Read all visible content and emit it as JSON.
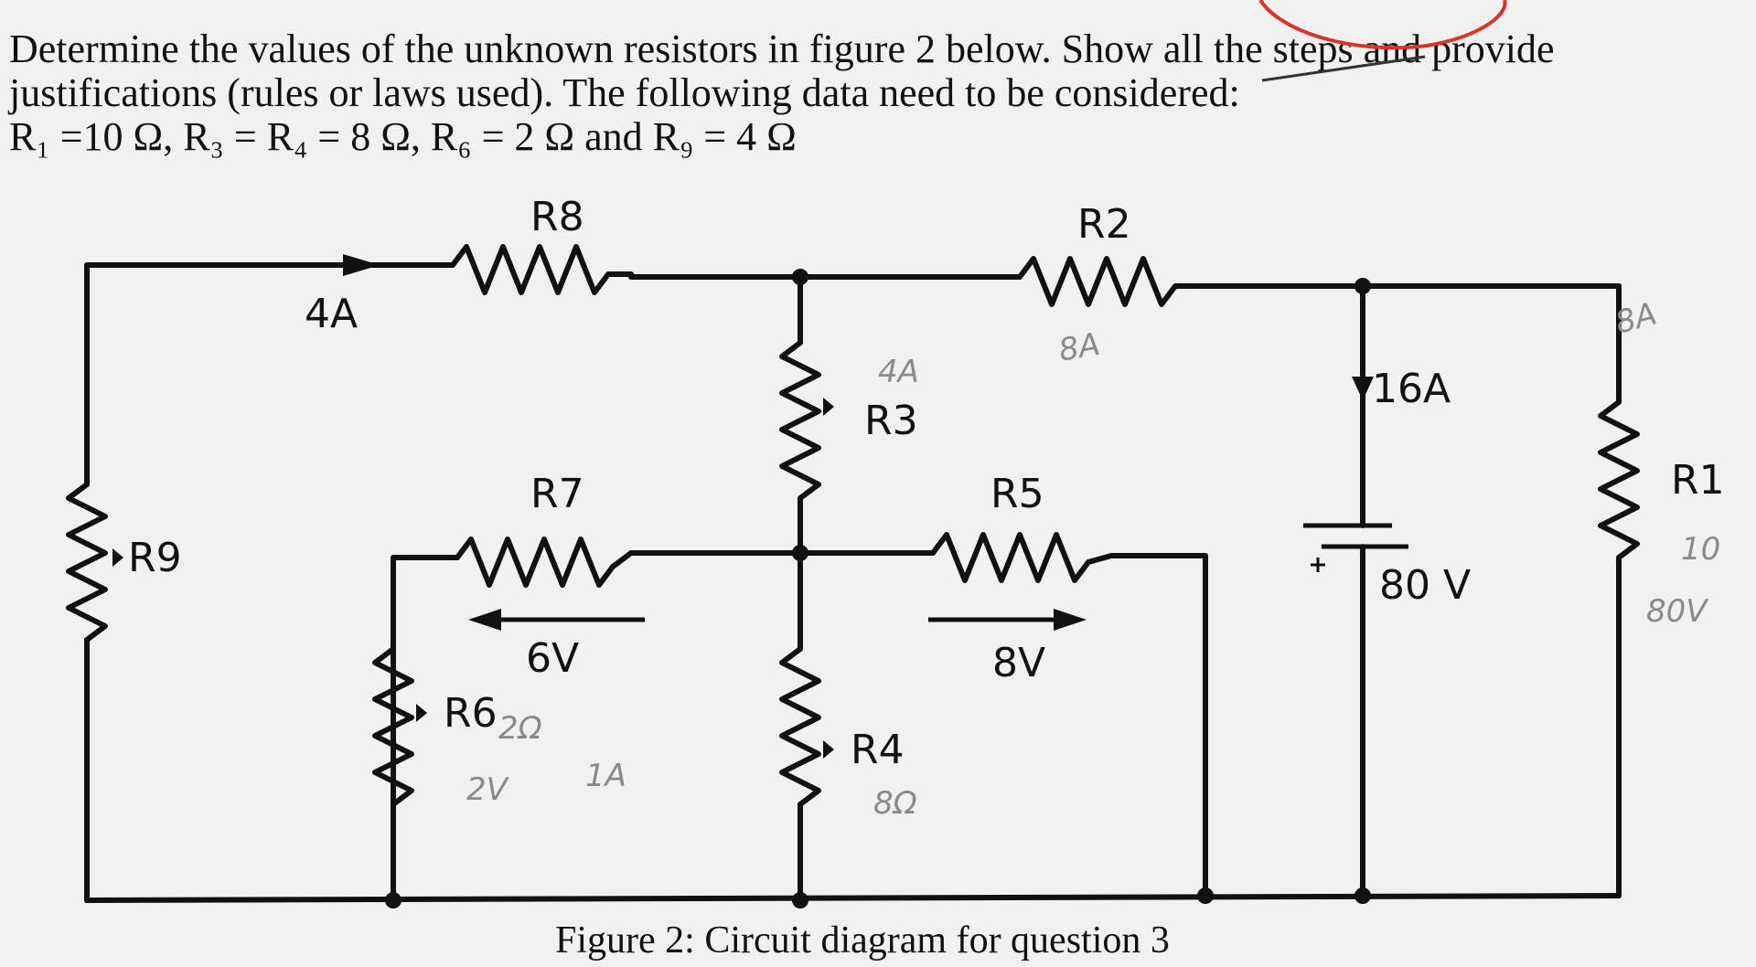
{
  "question": {
    "line1": "Determine the values of the unknown resistors in figure 2 below. Show all the steps and provide",
    "line2": "justifications (rules or laws used). The following data need to be considered:",
    "line3": "R₁ =10 Ω, R₃ = R₄ = 8 Ω, R₆ = 2 Ω and R₉ = 4 Ω"
  },
  "diagram": {
    "resistors": {
      "r1": "R1",
      "r2": "R2",
      "r3": "R3",
      "r4": "R4",
      "r5": "R5",
      "r6": "R6",
      "r7": "R7",
      "r8": "R8",
      "r9": "R9"
    },
    "current_r8": "4A",
    "current_battery": "16A",
    "battery_voltage": "80 V",
    "voltage_r7": "6V",
    "voltage_r5": "8V"
  },
  "handwritten_notes": {
    "r2_current": "8A",
    "r3_current": "4A",
    "r6_value": "2Ω",
    "r6_voltage": "2V",
    "r6_current": "1A",
    "r4_value": "8Ω",
    "r1_current": "8A",
    "r1_value": "10",
    "r1_extra": "80V"
  },
  "caption": "Figure 2: Circuit diagram for question 3"
}
